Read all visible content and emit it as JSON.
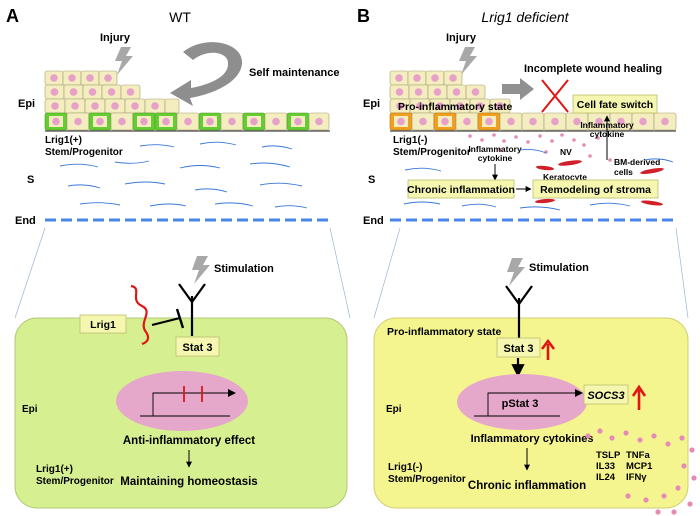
{
  "panels": {
    "a": {
      "letter": "A",
      "title": "WT",
      "injury": "Injury",
      "self_maintenance": "Self maintenance",
      "epi": "Epi",
      "stem_line1": "Lrig1(+)",
      "stem_line2": "Stem/Progenitor",
      "stroma": "S",
      "endo": "End",
      "stimulation": "Stimulation",
      "lrig1": "Lrig1",
      "stat3": "Stat 3",
      "effect": "Anti-inflammatory effect",
      "outcome": "Maintaining homeostasis",
      "cell_epi": "Epi",
      "cell_stem_line1": "Lrig1(+)",
      "cell_stem_line2": "Stem/Progenitor"
    },
    "b": {
      "letter": "B",
      "title": "Lrig1 deficient",
      "injury": "Injury",
      "incomplete": "Incomplete wound healing",
      "epi": "Epi",
      "pro_state": "Pro-inflammatory state",
      "cell_fate": "Cell fate switch",
      "cytokine_right_line1": "Inflammatory",
      "cytokine_right_line2": "cytokine",
      "stem_line1": "Lrig1(-)",
      "stem_line2": "Stem/Progenitor",
      "cytokine_left_line1": "Inflammatory",
      "cytokine_left_line2": "cytokine",
      "nv": "NV",
      "keratocyte": "Keratocyte",
      "bm_line1": "BM-derived",
      "bm_line2": "cells",
      "stroma": "S",
      "chronic_box": "Chronic inflammation",
      "remodeling": "Remodeling of stroma",
      "endo": "End",
      "stimulation": "Stimulation",
      "cell_pro_state": "Pro-inflammatory state",
      "stat3": "Stat 3",
      "pstat3": "pStat 3",
      "socs3": "SOCS3",
      "cytokines": "Inflammatory cytokines",
      "cyto_col1": [
        "TSLP",
        "IL33",
        "IL24"
      ],
      "cyto_col2": [
        "TNFa",
        "MCP1",
        "IFNγ"
      ],
      "cell_epi": "Epi",
      "cell_stem_line1": "Lrig1(-)",
      "cell_stem_line2": "Stem/Progenitor",
      "outcome": "Chronic inflammation"
    }
  },
  "colors": {
    "cell_fill": "#f3edbf",
    "cell_border": "#a8a070",
    "nucleus": "#e7a0c8",
    "green_cell": "#66cc33",
    "orange_cell": "#f0a020",
    "cell_body": "#d6ef90",
    "cell_body_b": "#f5f590",
    "label_box": "#f5f7b0",
    "endothelium": "#4a86e8",
    "stroma_fiber": "#3a78d8",
    "accent_red": "#e01515",
    "arrow_gray": "#909090",
    "dot_pink": "#e58cb5"
  }
}
